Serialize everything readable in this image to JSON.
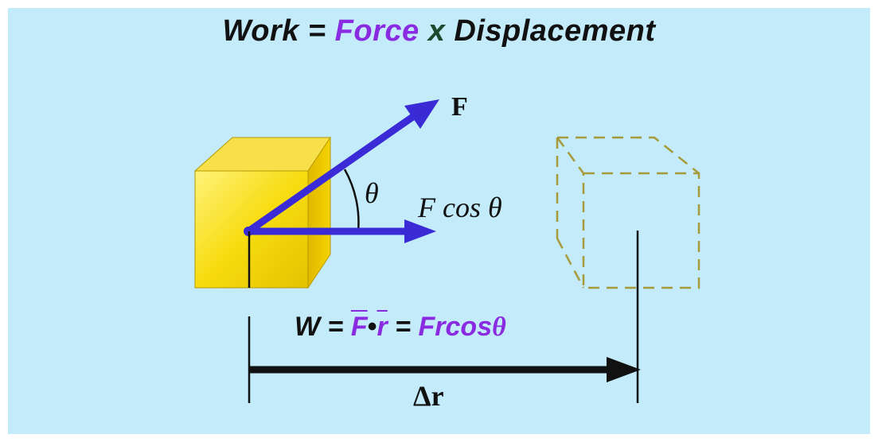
{
  "title": {
    "work": "Work",
    "eq": " = ",
    "force": "Force",
    "times": " x ",
    "displacement": "Displacement"
  },
  "labels": {
    "force_vector": "F",
    "angle": "θ",
    "component": "F cos θ",
    "displacement": "Δr"
  },
  "formula": {
    "w": "W",
    "eq1": " = ",
    "f": "F",
    "dot": "•",
    "r": "r",
    "eq2": " = ",
    "frcos": "Frcos",
    "theta": "θ"
  },
  "colors": {
    "background": "#c3ebfa",
    "cube": "#f5d800",
    "vector": "#3b2bd6",
    "purple_text": "#8a2be2",
    "dashed_cube": "#a79a3a"
  }
}
